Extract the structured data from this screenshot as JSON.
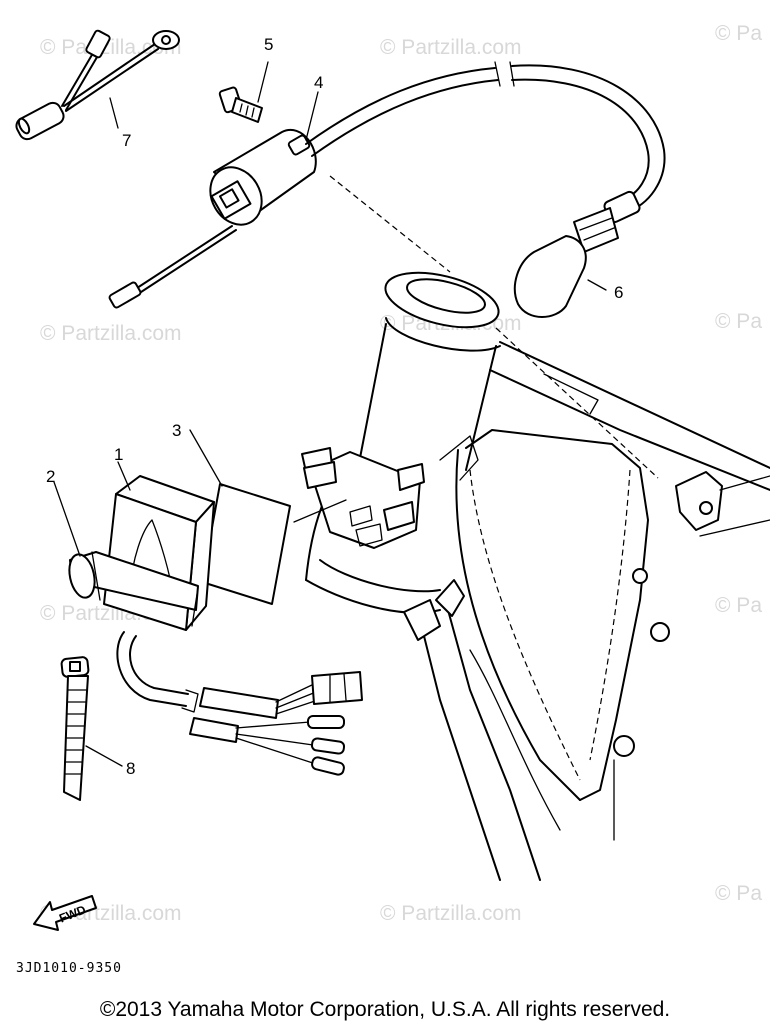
{
  "watermark_text": "© Partzilla.com",
  "watermark_partial": "© Pa",
  "callouts": {
    "c1": "1",
    "c2": "2",
    "c3": "3",
    "c4": "4",
    "c5": "5",
    "c6": "6",
    "c7": "7",
    "c8": "8"
  },
  "fwd_label": "FWD",
  "diagram_code": "3JD1010-9350",
  "copyright": "©2013  Yamaha Motor Corporation, U.S.A. All rights reserved."
}
